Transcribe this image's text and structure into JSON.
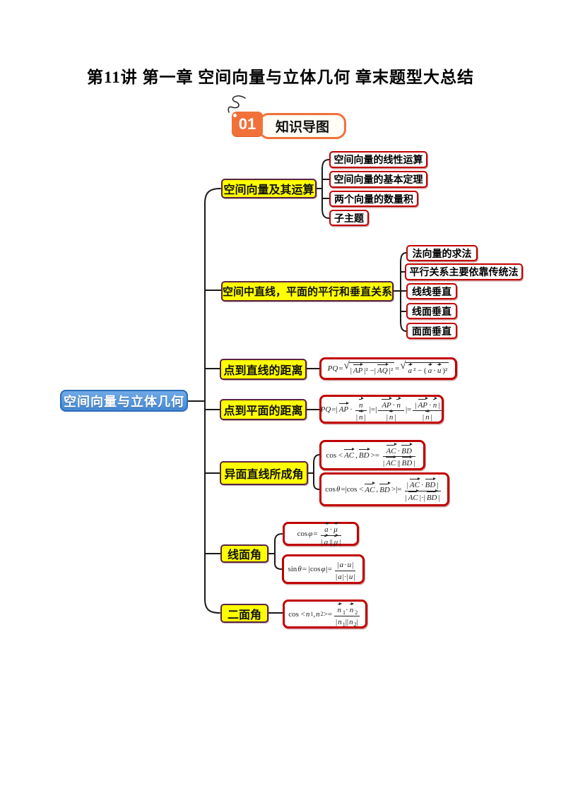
{
  "page": {
    "title": "第11讲 第一章 空间向量与立体几何 章末题型大总结"
  },
  "badge": {
    "number": "01",
    "label": "知识导图"
  },
  "colors": {
    "accent_orange": "#F2713B",
    "topic_fill": "#FFFF00",
    "topic_border": "#5C2444",
    "leaf_border": "#C00000",
    "root_fill": "#4D96DD",
    "root_border": "#2B6CB8",
    "connector": "#1A1A1A"
  },
  "mindmap": {
    "root": {
      "label": "空间向量与立体几何"
    },
    "branches": [
      {
        "label": "空间向量及其运算",
        "children": [
          "空间向量的线性运算",
          "空间向量的基本定理",
          "两个向量的数量积",
          "子主题"
        ]
      },
      {
        "label": "空间中直线，平面的平行和垂直关系",
        "children": [
          "法向量的求法",
          "平行关系主要依靠传统法",
          "线线垂直",
          "线面垂直",
          "面面垂直"
        ]
      },
      {
        "label": "点到直线的距离",
        "formulas": [
          {
            "text": "PQ=√(|AP|²−|AQ|²)=√(a²−(a·u)²)",
            "html": "<i>PQ</i> = <span class='sq'><span class='rt'>√</span><span class='rad'>|<span class='v'>AP</span>|² −|<span class='v'>AQ</span>|²</span></span> = <span class='sq'><span class='rt'>√</span><span class='rad'><span class='v'>a</span>² − (<span class='v'>a</span>·<span class='v'>u</span>)²</span></span>"
          }
        ]
      },
      {
        "label": "点到平面的距离",
        "formulas": [
          {
            "text": "PQ=|AP·n/|n||=|AP·n/|n||=|AP·n|/|n|",
            "html": "<i>PQ</i> =|<span class='v'>AP</span>·<span class='fr'><span class='nu'><span class='v'>n</span></span><span class='de'>|<span class='v'>n</span>|</span></span>|=|<span class='fr'><span class='nu'><span class='v'>AP</span>·<span class='v'>n</span></span><span class='de'>|<span class='v'>n</span>|</span></span>|= <span class='fr'><span class='nu'>|<span class='v'>AP</span>·<span class='v'>n</span>|</span><span class='de'>|<span class='v'>n</span>|</span></span>"
          }
        ]
      },
      {
        "label": "异面直线所成角",
        "formulas": [
          {
            "text": "cos<AC,BD>=AC·BD/(|AC||BD|)",
            "html": "cos &lt;<span class='v'>AC</span>,<span class='v'>BD</span>&gt;= <span class='fr'><span class='nu'><span class='v'>AC</span>·<span class='v'>BD</span></span><span class='de'>|<span class='v'>AC</span>||<span class='v'>BD</span>|</span></span>"
          },
          {
            "text": "cosθ=|cos<AC,BD>|=|AC·BD|/(|AC|·|BD|)",
            "html": "cos<i>θ</i> =|cos &lt;<span class='v'>AC</span>,<span class='v'>BD</span>&gt;|= <span class='fr'><span class='nu'>|<span class='v'>AC</span>·<span class='v'>BD</span>|</span><span class='de'>|<span class='v'>AC</span>|·|<span class='v'>BD</span>|</span></span>"
          }
        ]
      },
      {
        "label": "线面角",
        "formulas": [
          {
            "text": "cosφ=a·μ/(|a||μ|)",
            "html": "cos<i>φ</i>= <span class='fr'><span class='nu'><span class='v'>a</span>·<span class='v'>μ</span></span><span class='de'>|<span class='v'>a</span>||<span class='v'>μ</span>|</span></span>"
          },
          {
            "text": "sinθ=|cosφ|=|a·u|/(|a|·|u|)",
            "html": "sin<i>θ</i> = |cos<i>φ</i>|= <span class='fr'><span class='nu'>|<i>a</i>·<i>u</i>|</span><span class='de'>|<i>a</i>|·|<i>u</i>|</span></span>"
          }
        ]
      },
      {
        "label": "二面角",
        "formulas": [
          {
            "text": "cos<n1,n2>=n1·n2/(|n1||n2|)",
            "html": "cos &lt;<i>n</i><sub>1</sub>,<i>n</i><sub>2</sub>&gt;= <span class='fr'><span class='nu'><span class='v'>n</span><sub>1</sub>·<span class='v'>n</span><sub>2</sub></span><span class='de'>|<i>n</i><sub>1</sub>||<i>n</i><sub>2</sub>|</span></span>"
          }
        ]
      }
    ]
  }
}
